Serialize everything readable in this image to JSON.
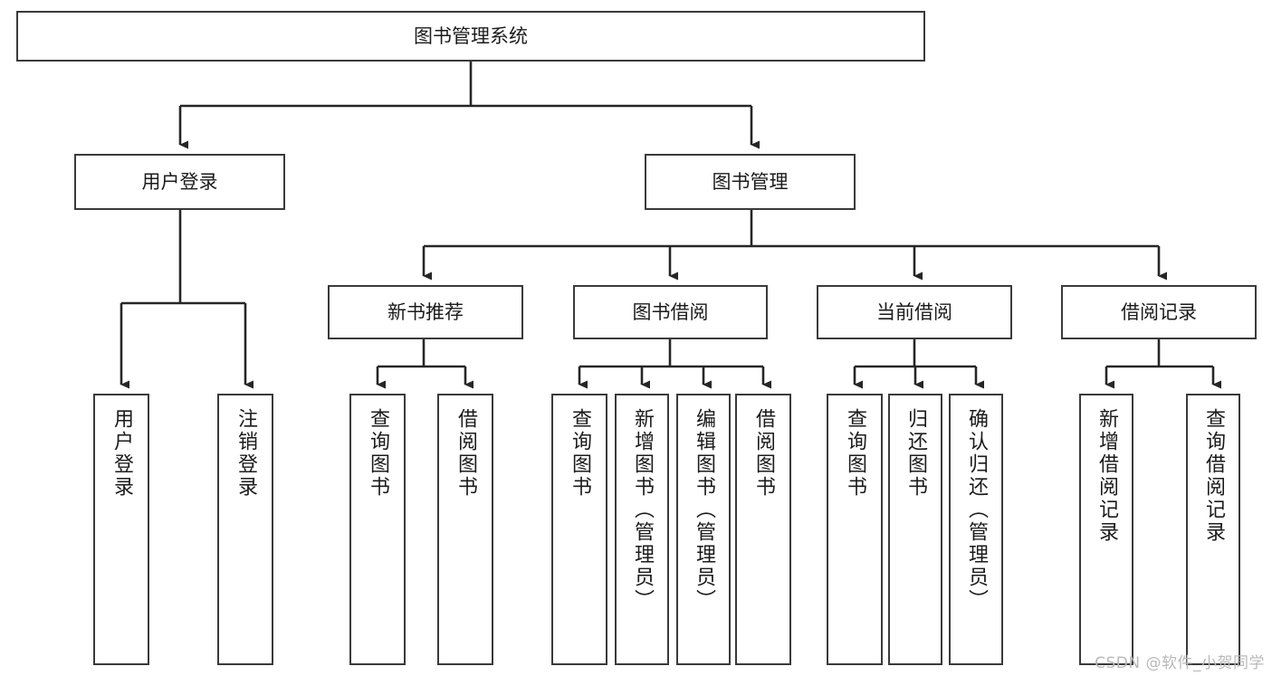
{
  "diagram": {
    "title": "图书管理系统",
    "type": "tree-hierarchy-chart",
    "watermark": "CSDN @软件_小贺同学",
    "colors": {
      "box_border": "#3a3a3a",
      "box_fill": "#ffffff",
      "edge": "#262626",
      "text": "#1b1b1b",
      "watermark": "#b9b9b9",
      "background": "#ffffff"
    },
    "levels": {
      "root": {
        "label": "图书管理系统"
      },
      "level2": [
        {
          "label": "用户登录"
        },
        {
          "label": "图书管理"
        }
      ],
      "level3": [
        {
          "label": "新书推荐"
        },
        {
          "label": "图书借阅"
        },
        {
          "label": "当前借阅"
        },
        {
          "label": "借阅记录"
        }
      ],
      "leaves": {
        "user_login": [
          {
            "label": "用户登录"
          },
          {
            "label": "注销登录"
          }
        ],
        "new_book_recommend": [
          {
            "label": "查询图书"
          },
          {
            "label": "借阅图书"
          }
        ],
        "book_borrow": [
          {
            "label": "查询图书"
          },
          {
            "label": "新增图书（管理员）"
          },
          {
            "label": "编辑图书（管理员）"
          },
          {
            "label": "借阅图书"
          }
        ],
        "current_borrow": [
          {
            "label": "查询图书"
          },
          {
            "label": "归还图书"
          },
          {
            "label": "确认归还（管理员）"
          }
        ],
        "borrow_records": [
          {
            "label": "新增借阅记录"
          },
          {
            "label": "查询借阅记录"
          }
        ]
      }
    }
  }
}
